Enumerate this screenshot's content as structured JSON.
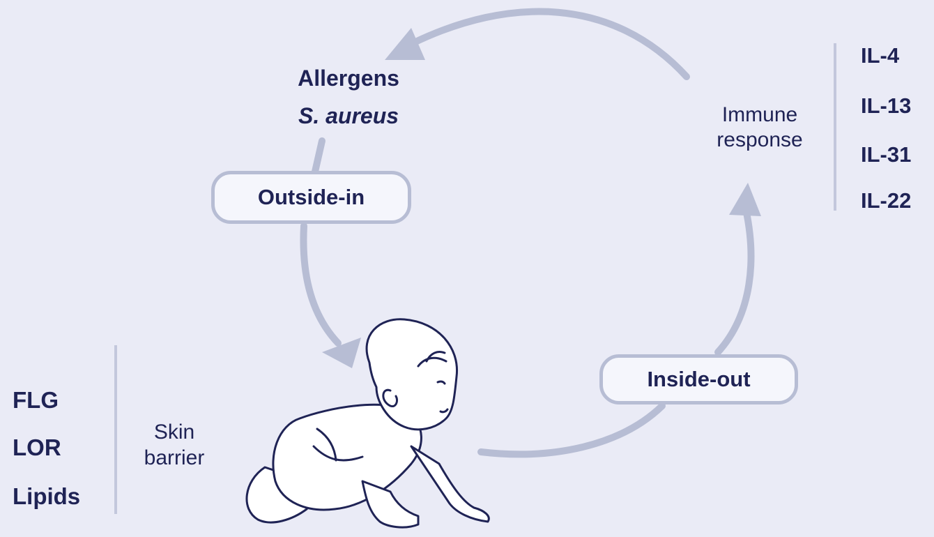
{
  "outside_in": {
    "triggers": [
      "Allergens",
      "S. aureus"
    ],
    "label": "Outside-in"
  },
  "inside_out": {
    "label": "Inside-out"
  },
  "immune": {
    "label_line1": "Immune",
    "label_line2": "response",
    "cytokines": [
      "IL-4",
      "IL-13",
      "IL-31",
      "IL-22"
    ]
  },
  "skin": {
    "label_line1": "Skin",
    "label_line2": "barrier",
    "factors": [
      "FLG",
      "LOR",
      "Lipids"
    ]
  },
  "colors": {
    "background": "#eaebf6",
    "arrow": "#b7bdd4",
    "text": "#1f2355",
    "pill_fill": "#f5f6fc"
  },
  "icons": {
    "baby": "crawling-baby-illustration"
  }
}
